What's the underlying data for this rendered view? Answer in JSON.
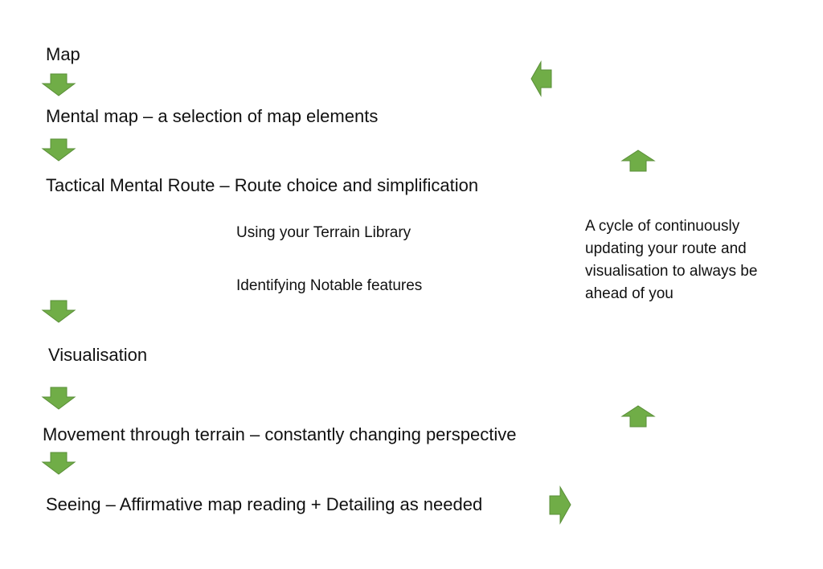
{
  "steps": {
    "map": "Map",
    "mental_map": "Mental map – a selection of map elements",
    "tactical_route": "Tactical Mental Route – Route choice and simplification",
    "terrain_library": "Using your Terrain Library",
    "notable_features": "Identifying Notable features",
    "visualisation": "Visualisation",
    "movement": "Movement through terrain – constantly changing perspective",
    "seeing": "Seeing – Affirmative map reading + Detailing as needed"
  },
  "cycle_note": {
    "lines": [
      "A cycle of continuously",
      "updating your route and",
      "visualisation to always be",
      "ahead of you"
    ]
  },
  "colors": {
    "arrow_fill": "#70ad47",
    "arrow_stroke": "#5a8f38"
  },
  "icons": {
    "down": "arrow-down-icon",
    "up": "arrow-up-icon",
    "left": "arrow-left-icon",
    "right": "arrow-right-icon"
  }
}
